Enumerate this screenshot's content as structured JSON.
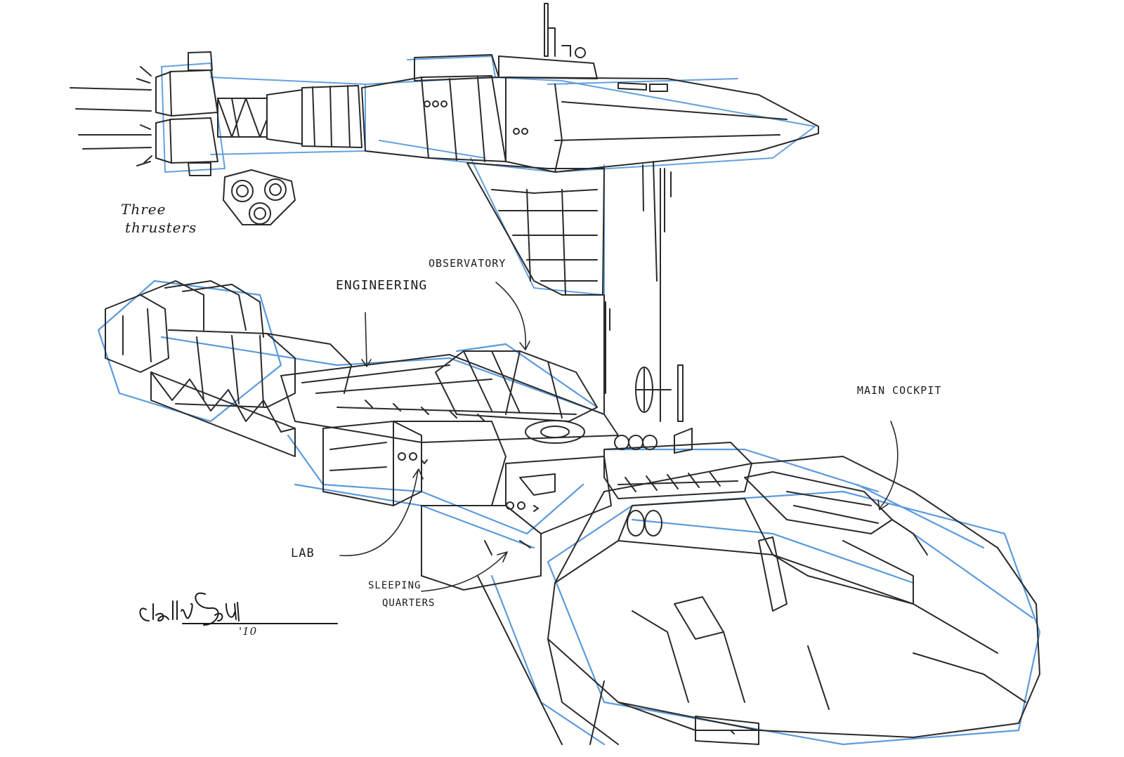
{
  "annotations": {
    "three_thrusters_line1": "Three",
    "three_thrusters_line2": "thrusters",
    "observatory": "OBSERVATORY",
    "engineering": "ENGINEERING",
    "main_cockpit": "MAIN COCKPIT",
    "lab": "LAB",
    "sleeping_quarters_line1": "SLEEPING",
    "sleeping_quarters_line2": "QUARTERS"
  },
  "signature": {
    "year": "'10"
  },
  "colors": {
    "pencil": "#2a2a2a",
    "blue_pencil": "#4a90d9",
    "paper": "#ffffff"
  }
}
